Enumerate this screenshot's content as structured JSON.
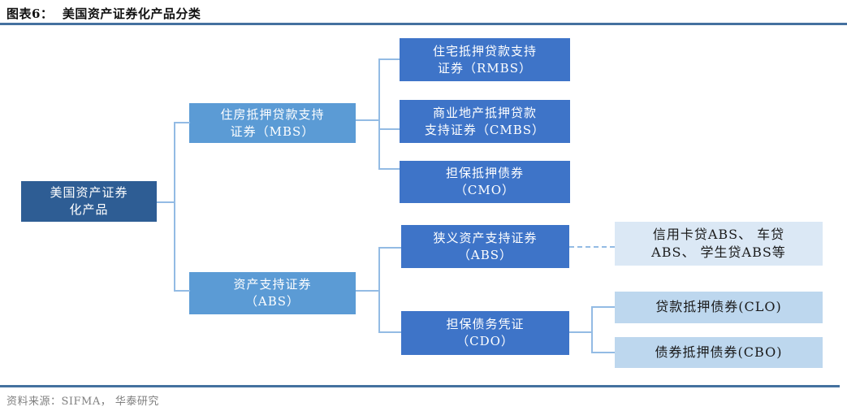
{
  "figure": {
    "title": "图表6：  美国资产证券化产品分类",
    "source": "资料来源：SIFMA， 华泰研究"
  },
  "colors": {
    "root_box": "#2E5D94",
    "branch_box": "#5B9BD5",
    "child_box": "#3E74C8",
    "leaf_box_lighter": "#DBE8F5",
    "leaf_box": "#BDD7EE",
    "connector_line": "#93BBE4",
    "header_rule": "#44719F",
    "source_text": "#7F7F7F",
    "node_text": "#FFFFFF",
    "leaf_text": "#1A1A1A"
  },
  "nodes": {
    "root": {
      "line1": "美国资产证券",
      "line2": "化产品"
    },
    "mbs": {
      "line1": "住房抵押贷款支持",
      "line2": "证券（MBS）"
    },
    "abs_parent": {
      "line1": "资产支持证券",
      "line2": "（ABS）"
    },
    "rmbs": {
      "line1": "住宅抵押贷款支持",
      "line2": "证券（RMBS）"
    },
    "cmbs": {
      "line1": "商业地产抵押贷款",
      "line2": "支持证券（CMBS）"
    },
    "cmo": {
      "line1": "担保抵押债券",
      "line2": "（CMO）"
    },
    "narrow_abs": {
      "line1": "狭义资产支持证券",
      "line2": "（ABS）"
    },
    "cdo": {
      "line1": "担保债务凭证",
      "line2": "（CDO）"
    },
    "cc_abs": {
      "line1": "信用卡贷ABS、 车贷",
      "line2": "ABS、 学生贷ABS等"
    },
    "clo": {
      "line1": "贷款抵押债券(CLO)"
    },
    "cbo": {
      "line1": "债券抵押债券(CBO)"
    }
  }
}
